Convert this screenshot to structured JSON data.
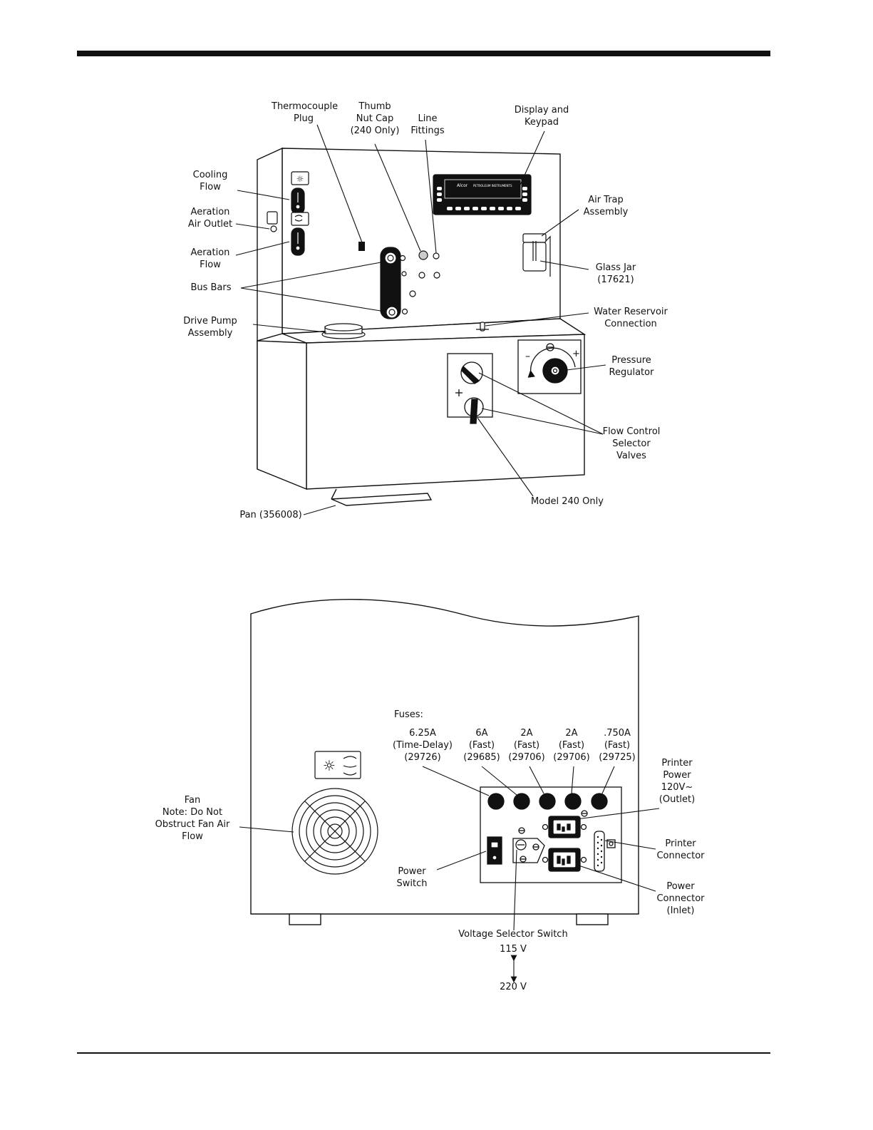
{
  "front_labels": {
    "thermocouple": "Thermocouple\nPlug",
    "thumb_nut": "Thumb\nNut Cap\n(240 Only)",
    "line_fittings": "Line\nFittings",
    "display_keypad": "Display and\nKeypad",
    "cooling_flow": "Cooling\nFlow",
    "aeration_air_outlet": "Aeration\nAir Outlet",
    "aeration_flow": "Aeration\nFlow",
    "bus_bars": "Bus Bars",
    "drive_pump": "Drive Pump\nAssembly",
    "air_trap": "Air Trap\nAssembly",
    "glass_jar": "Glass Jar\n(17621)",
    "water_reservoir": "Water Reservoir\nConnection",
    "pressure_regulator": "Pressure\nRegulator",
    "flow_control": "Flow Control\nSelector\nValves",
    "model_240": "Model 240 Only",
    "pan": "Pan (356008)",
    "display_brand": "Alcor",
    "display_caption": "PETROLEUM INSTRUMENTS"
  },
  "rear_labels": {
    "fuses_title": "Fuses:",
    "fuse1": "6.25A\n(Time-Delay)\n(29726)",
    "fuse2": "6A\n(Fast)\n(29685)",
    "fuse3": "2A\n(Fast)\n(29706)",
    "fuse4": "2A\n(Fast)\n(29706)",
    "fuse5": ".750A\n(Fast)\n(29725)",
    "printer_power": "Printer\nPower\n120V~\n(Outlet)",
    "printer_connector": "Printer\nConnector",
    "power_connector": "Power\nConnector\n(Inlet)",
    "fan": "Fan\nNote: Do Not\nObstruct Fan Air\nFlow",
    "power_switch": "Power\nSwitch",
    "voltage_selector": "Voltage Selector Switch",
    "v115": "115 V",
    "v220": "220 V"
  },
  "colors": {
    "ink": "#111111",
    "panel": "#ffffff"
  }
}
